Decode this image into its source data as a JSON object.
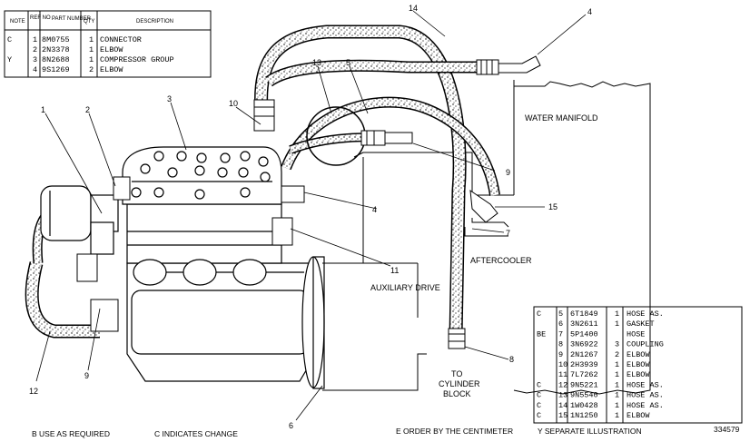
{
  "top_table": {
    "headers": [
      "NOTE",
      "REF NO",
      "PART NUMBER",
      "QTY",
      "DESCRIPTION"
    ],
    "rows": [
      {
        "note": "C",
        "ref": "1",
        "part": "8M0755",
        "qty": "1",
        "desc": "CONNECTOR"
      },
      {
        "note": "",
        "ref": "2",
        "part": "2N3378",
        "qty": "1",
        "desc": "ELBOW"
      },
      {
        "note": "Y",
        "ref": "3",
        "part": "8N2688",
        "qty": "1",
        "desc": "COMPRESSOR GROUP"
      },
      {
        "note": "",
        "ref": "4",
        "part": "9S1269",
        "qty": "2",
        "desc": "ELBOW"
      }
    ]
  },
  "bottom_table": {
    "rows": [
      {
        "note": "C",
        "ref": "5",
        "part": "6T1849",
        "qty": "1",
        "desc": "HOSE AS."
      },
      {
        "note": "",
        "ref": "6",
        "part": "3N2611",
        "qty": "1",
        "desc": "GASKET"
      },
      {
        "note": "BE",
        "ref": "7",
        "part": "5P1400",
        "qty": "",
        "desc": "HOSE"
      },
      {
        "note": "",
        "ref": "8",
        "part": "3N6922",
        "qty": "3",
        "desc": "COUPLING"
      },
      {
        "note": "",
        "ref": "9",
        "part": "2N1267",
        "qty": "2",
        "desc": "ELBOW"
      },
      {
        "note": "",
        "ref": "10",
        "part": "2H3939",
        "qty": "1",
        "desc": "ELBOW"
      },
      {
        "note": "",
        "ref": "11",
        "part": "7L7262",
        "qty": "1",
        "desc": "ELBOW"
      },
      {
        "note": "C",
        "ref": "12",
        "part": "9N5221",
        "qty": "1",
        "desc": "HOSE AS."
      },
      {
        "note": "C",
        "ref": "13",
        "part": "9N5540",
        "qty": "1",
        "desc": "HOSE AS."
      },
      {
        "note": "C",
        "ref": "14",
        "part": "1W0428",
        "qty": "1",
        "desc": "HOSE AS."
      },
      {
        "note": "C",
        "ref": "15",
        "part": "1N1250",
        "qty": "1",
        "desc": "ELBOW"
      }
    ]
  },
  "labels": {
    "water_manifold": "WATER MANIFOLD",
    "aftercooler": "AFTERCOOLER",
    "auxiliary_drive": "AUXILIARY DRIVE",
    "to_cylinder_block": [
      "TO",
      "CYLINDER",
      "BLOCK"
    ]
  },
  "callouts": [
    "1",
    "2",
    "3",
    "4",
    "4",
    "5",
    "6",
    "7",
    "8",
    "9",
    "9",
    "10",
    "11",
    "12",
    "13",
    "14",
    "15"
  ],
  "footer": {
    "b": "B   USE AS REQUIRED",
    "c": "C   INDICATES CHANGE",
    "e": "E   ORDER BY THE CENTIMETER",
    "y": "Y   SEPARATE ILLUSTRATION",
    "illustration_number": "334579"
  }
}
